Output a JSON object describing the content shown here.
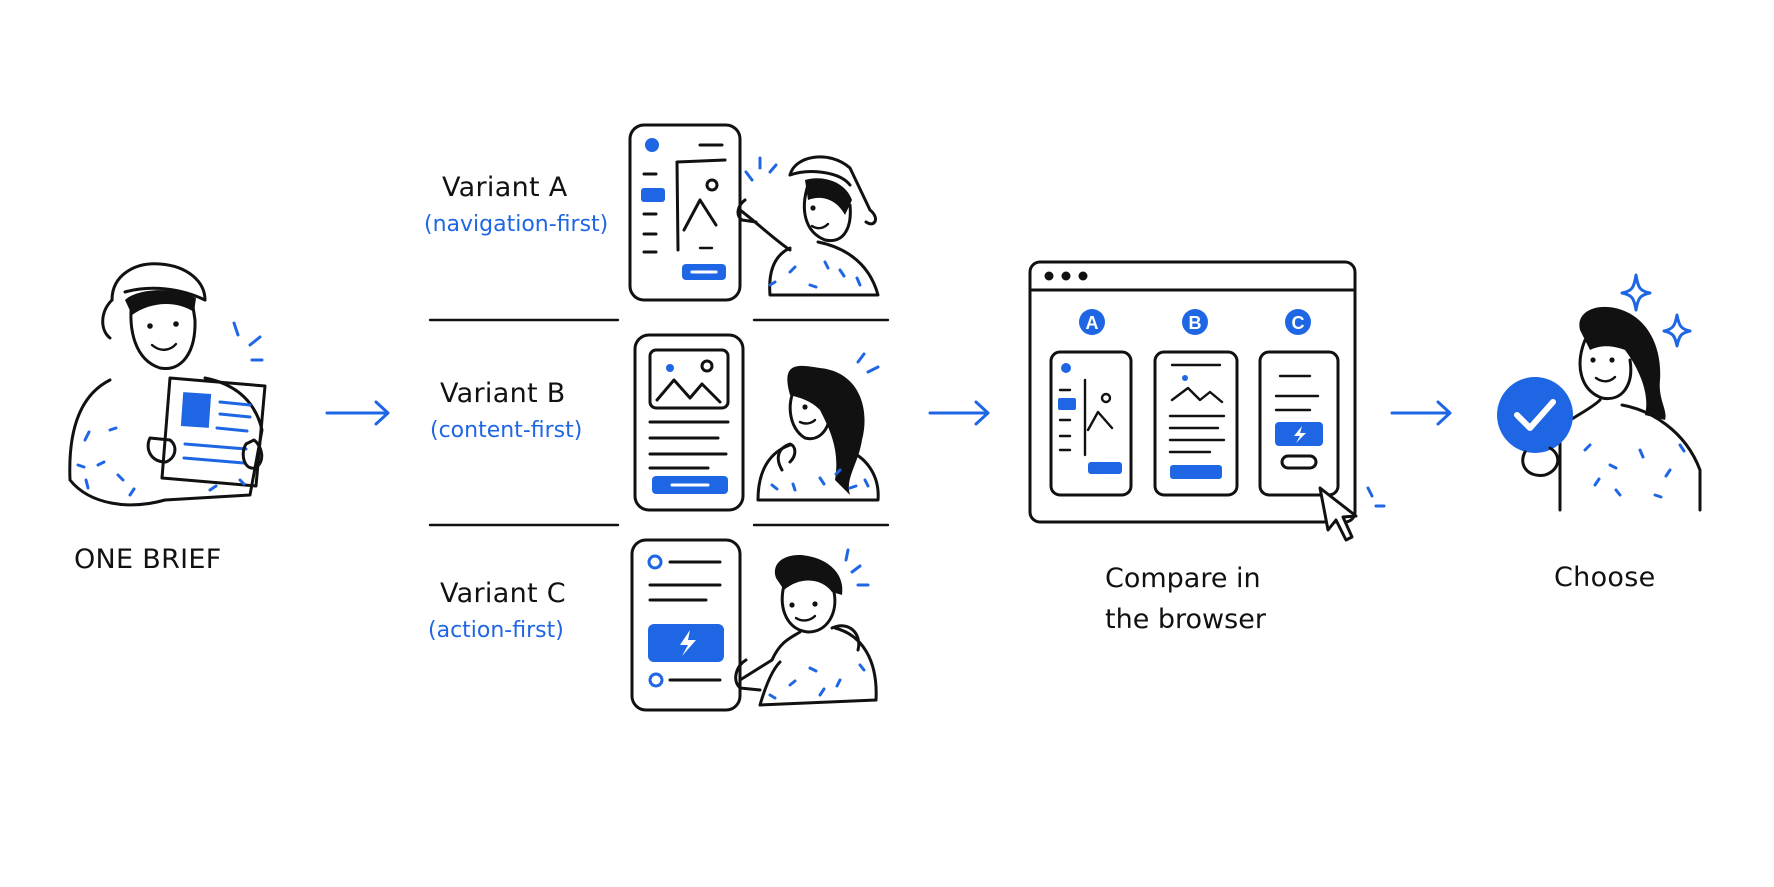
{
  "brief": {
    "label": "ONE BRIEF"
  },
  "variants": [
    {
      "title": "Variant A",
      "subtitle": "(navigation-first)"
    },
    {
      "title": "Variant B",
      "subtitle": "(content-first)"
    },
    {
      "title": "Variant C",
      "subtitle": "(action-first)"
    }
  ],
  "browser": {
    "caption_line1": "Compare in",
    "caption_line2": "the browser",
    "badges": [
      "A",
      "B",
      "C"
    ]
  },
  "choose": {
    "label": "Choose"
  },
  "colors": {
    "accent": "#1f66e5",
    "ink": "#111111",
    "background": "#ffffff"
  },
  "icons": [
    "arrow-right-icon",
    "image-placeholder-icon",
    "lightning-bolt-icon",
    "cursor-icon",
    "checkmark-icon",
    "sparkle-icon"
  ]
}
